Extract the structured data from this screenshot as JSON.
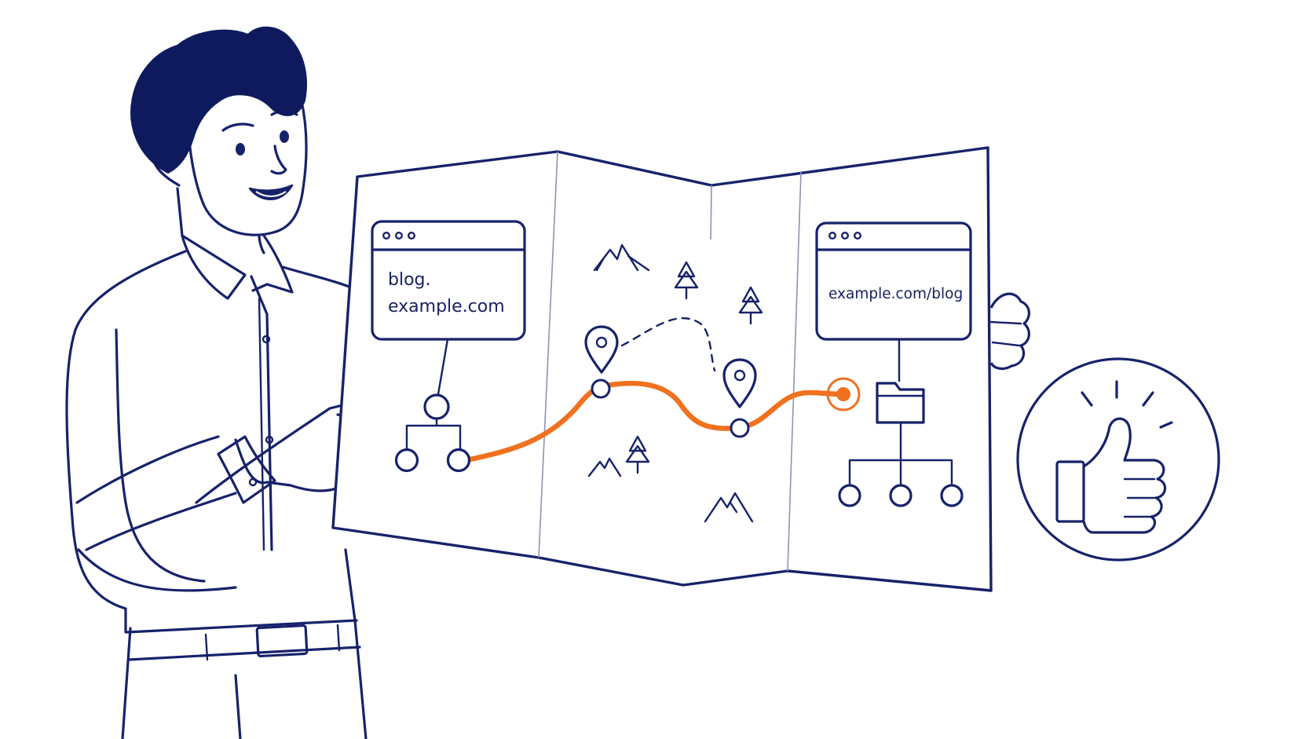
{
  "map": {
    "left_window": {
      "line1": "blog.",
      "line2": "example.com"
    },
    "right_window": {
      "url": "example.com/blog"
    }
  },
  "colors": {
    "ink": "#17226b",
    "hair": "#0f1a5e",
    "route": "#f0711e",
    "fold": "#8e93b3",
    "background": "#ffffff"
  },
  "icons": [
    "browser-window-icon",
    "sitemap-tree-icon",
    "map-pin-icon",
    "mountain-icon",
    "pine-tree-icon",
    "folder-icon",
    "thumbs-up-icon"
  ]
}
